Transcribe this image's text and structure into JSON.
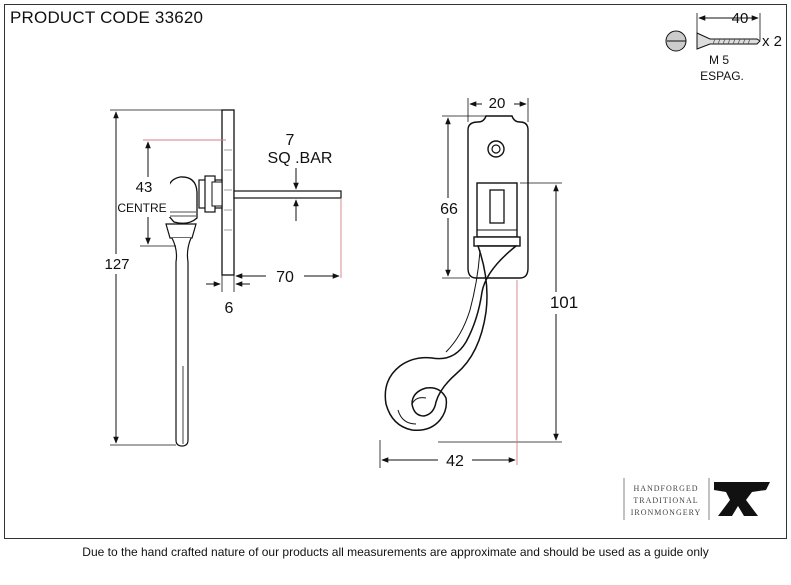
{
  "product_code": "PRODUCT CODE 33620",
  "screw": {
    "length": "40",
    "quantity": "x 2",
    "size": "M 5",
    "type": "ESPAG."
  },
  "side_view": {
    "centre_value": "43",
    "centre_label": "CENTRE",
    "overall_height": "127",
    "bar_value": "7",
    "bar_label": "SQ .BAR",
    "bar_length": "70",
    "plate_thickness": "6"
  },
  "front_view": {
    "width": "20",
    "plate_height": "66",
    "handle_height": "101",
    "handle_width": "42"
  },
  "logo": {
    "line1": "HANDFORGED",
    "line2": "TRADITIONAL",
    "line3": "IRONMONGERY"
  },
  "disclaimer": "Due to the hand crafted nature of our products all measurements are approximate and should be used as a guide only",
  "colors": {
    "line": "#111111",
    "extension": "#d08080"
  }
}
